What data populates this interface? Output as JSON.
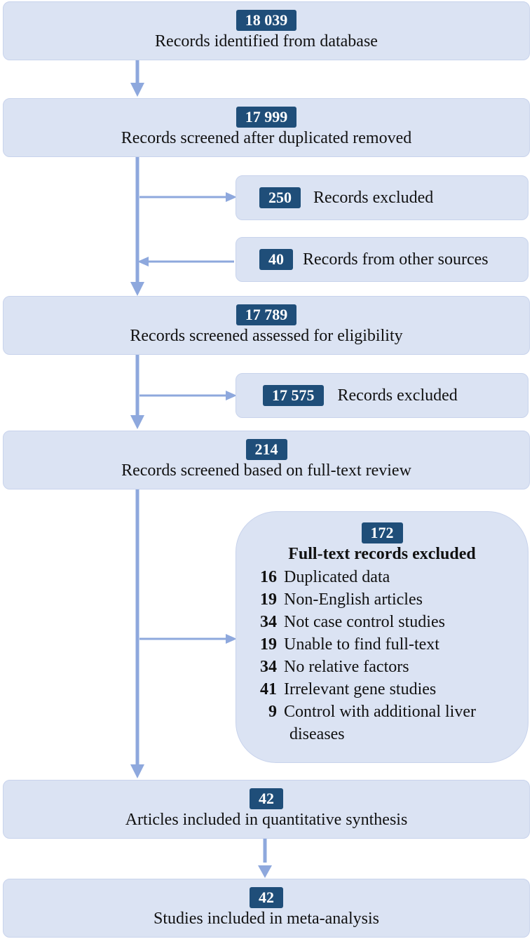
{
  "colors": {
    "box_fill": "#dbe3f3",
    "badge": "#1f4e79",
    "arrow": "#8ea8dd"
  },
  "nodes": {
    "identified": {
      "count": "18 039",
      "label": "Records identified from database"
    },
    "screened": {
      "count": "17 999",
      "label": "Records screened after duplicated removed"
    },
    "excluded_1": {
      "count": "250",
      "label": "Records excluded"
    },
    "other": {
      "count": "40",
      "label": "Records from other sources"
    },
    "eligibility": {
      "count": "17 789",
      "label": "Records screened assessed for eligibility"
    },
    "excluded_2": {
      "count": "17 575",
      "label": "Records excluded"
    },
    "fulltext": {
      "count": "214",
      "label": "Records screened based on full-text review"
    },
    "ft_excluded": {
      "count": "172",
      "title": "Full-text records excluded",
      "items": [
        {
          "n": "16",
          "text": "Duplicated data"
        },
        {
          "n": "19",
          "text": "Non-English articles"
        },
        {
          "n": "34",
          "text": "Not case control studies"
        },
        {
          "n": "19",
          "text": "Unable to find full-text"
        },
        {
          "n": "34",
          "text": "No relative factors"
        },
        {
          "n": "41",
          "text": "Irrelevant gene studies"
        },
        {
          "n": "9",
          "text": "Control with additional liver"
        }
      ],
      "continuation": "diseases"
    },
    "quantitative": {
      "count": "42",
      "label": "Articles included in quantitative synthesis"
    },
    "meta": {
      "count": "42",
      "label": "Studies included in meta-analysis"
    }
  }
}
